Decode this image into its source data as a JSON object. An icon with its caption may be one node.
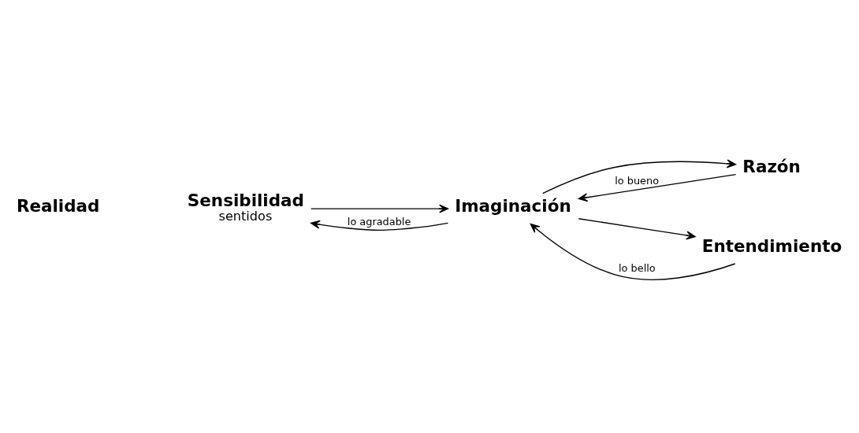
{
  "diagram": {
    "nodes": [
      {
        "text": [
          "Realidad"
        ]
      },
      {
        "text": [
          "Sensibilidad",
          "sentidos"
        ]
      },
      {
        "text": [
          "Imaginación"
        ]
      },
      {
        "text": [
          "Razón"
        ]
      },
      {
        "text": [
          "Entendimiento"
        ]
      }
    ],
    "edges": [
      {
        "from": 1,
        "to": 2,
        "arrow": "to"
      },
      {
        "from": 2,
        "to": 1,
        "arrow": "to",
        "label": "lo agradable"
      },
      {
        "from": 3,
        "to": 2,
        "arrow": "to",
        "label": "lo bueno"
      },
      {
        "from": 2,
        "to": 3,
        "arrow": "to"
      },
      {
        "from": 4,
        "to": 2,
        "arrow": "to",
        "label": "lo bello"
      },
      {
        "from": 2,
        "to": 4,
        "arrow": "to"
      }
    ]
  }
}
